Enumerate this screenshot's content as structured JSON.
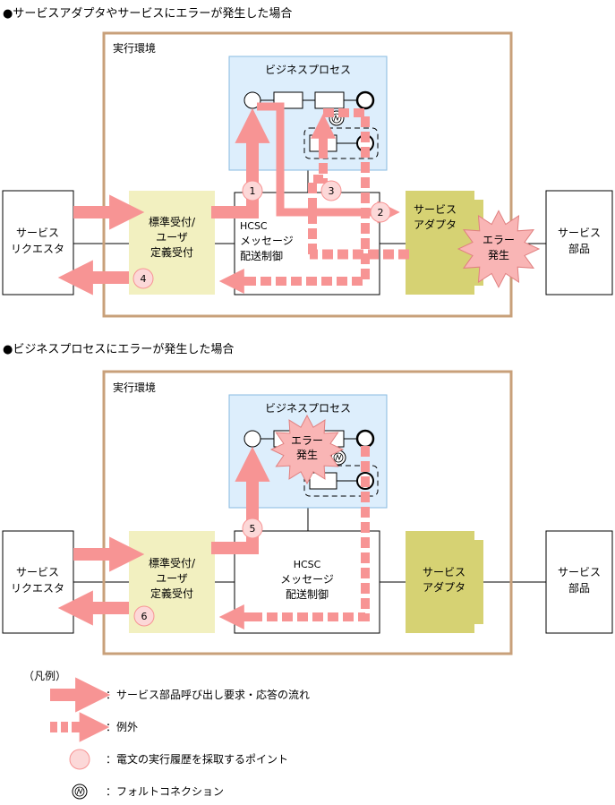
{
  "section1": {
    "heading": "●サービスアダプタやサービスにエラーが発生した場合",
    "environment_label": "実行環境",
    "business_process_label": "ビジネスプロセス",
    "requester_line1": "サービス",
    "requester_line2": "リクエスタ",
    "reception_line1": "標準受付/",
    "reception_line2": "ユーザ",
    "reception_line3": "定義受付",
    "hcsc_line1": "HCSC",
    "hcsc_line2": "メッセージ",
    "hcsc_line3": "配送制御",
    "adapter_line1": "サービス",
    "adapter_line2": "アダプタ",
    "part_line1": "サービス",
    "part_line2": "部品",
    "error_line1": "エラー",
    "error_line2": "発生",
    "marker1": "1",
    "marker2": "2",
    "marker3": "3",
    "marker4": "4"
  },
  "section2": {
    "heading": "●ビジネスプロセスにエラーが発生した場合",
    "environment_label": "実行環境",
    "business_process_label": "ビジネスプロセス",
    "requester_line1": "サービス",
    "requester_line2": "リクエスタ",
    "reception_line1": "標準受付/",
    "reception_line2": "ユーザ",
    "reception_line3": "定義受付",
    "hcsc_line1": "HCSC",
    "hcsc_line2": "メッセージ",
    "hcsc_line3": "配送制御",
    "adapter_line1": "サービス",
    "adapter_line2": "アダプタ",
    "part_line1": "サービス",
    "part_line2": "部品",
    "error_line1": "エラー",
    "error_line2": "発生",
    "marker5": "5",
    "marker6": "6"
  },
  "legend": {
    "title": "（凡例）",
    "flow": "：サービス部品呼び出し要求・応答の流れ",
    "exception": "：例外",
    "trace_point": "：電文の実行履歴を採取するポイント",
    "fault_connection": "：フォルトコネクション"
  },
  "colors": {
    "arrow": "#f79494",
    "environment_border": "#c8a07a",
    "business_process_fill": "#ddeefc",
    "business_process_border": "#88bbe0",
    "reception_fill": "#f2f0c0",
    "adapter_fill": "#d6d273",
    "marker_fill": "#fcd8d8"
  }
}
